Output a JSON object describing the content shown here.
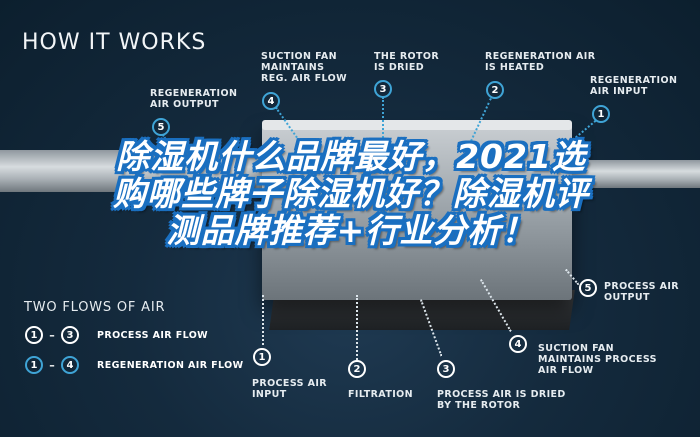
{
  "title": {
    "bold": "HOW",
    "rest": " IT WORKS"
  },
  "headline": "除湿机什么品牌最好，2021选购哪些牌子除湿机好？除湿机评测品牌推荐+行业分析！",
  "colors": {
    "background": "#0c1f2e",
    "accent_blue": "#3fa4d6",
    "headline_outline": "#1a6fc0"
  },
  "regeneration_steps": [
    {
      "num": "1",
      "label": "REGENERATION\nAIR INPUT"
    },
    {
      "num": "2",
      "label": "REGENERATION AIR\nIS HEATED"
    },
    {
      "num": "3",
      "label": "THE ROTOR\nIS DRIED"
    },
    {
      "num": "4",
      "label": "SUCTION FAN\nMAINTAINS\nREG. AIR FLOW"
    },
    {
      "num": "5",
      "label": "REGENERATION\nAIR OUTPUT"
    }
  ],
  "process_steps": [
    {
      "num": "1",
      "label": "PROCESS AIR\nINPUT"
    },
    {
      "num": "2",
      "label": "FILTRATION"
    },
    {
      "num": "3",
      "label": "PROCESS AIR IS DRIED\nBY THE ROTOR"
    },
    {
      "num": "4",
      "label": "SUCTION FAN\nMAINTAINS PROCESS\nAIR FLOW"
    },
    {
      "num": "5",
      "label": "PROCESS AIR\nOUTPUT"
    }
  ],
  "legend": {
    "title": "TWO FLOWS OF AIR",
    "rows": [
      {
        "from": "1",
        "dash": "–",
        "to": "3",
        "label": "PROCESS AIR FLOW"
      },
      {
        "from": "1",
        "dash": "–",
        "to": "4",
        "label": "REGENERATION AIR FLOW"
      }
    ]
  }
}
